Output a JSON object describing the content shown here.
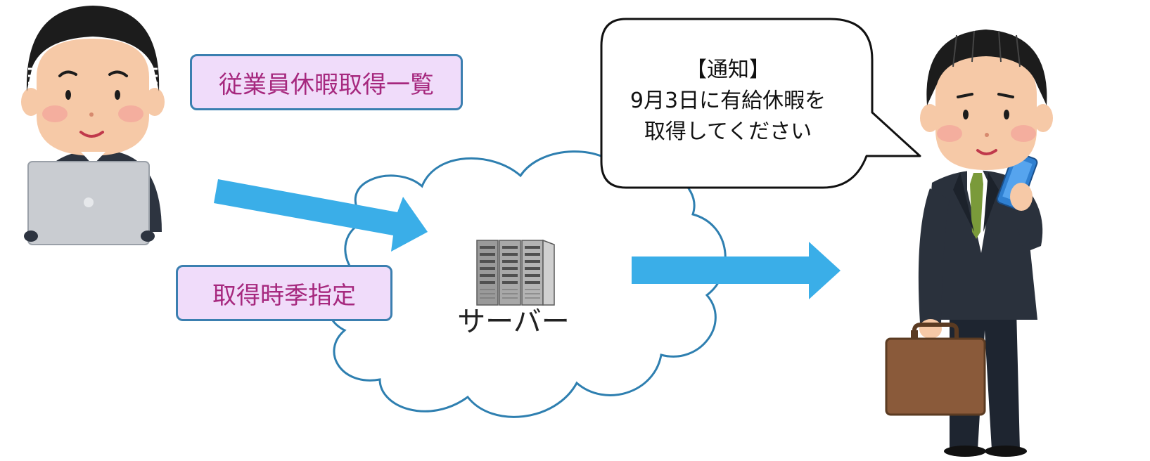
{
  "labels": {
    "employee_vacation_list": "従業員休暇取得一覧",
    "designate_timing": "取得時季指定",
    "server": "サーバー"
  },
  "notification": {
    "line1": "【通知】",
    "line2": "9月3日に有給休暇を",
    "line3": "取得してください"
  },
  "icons": {
    "manager": "manager-with-laptop-icon",
    "server": "server-rack-icon",
    "cloud": "cloud-icon",
    "employee": "employee-with-smartphone-icon",
    "arrow": "arrow-right-icon"
  },
  "colors": {
    "arrow": "#3aaee8",
    "cloud_stroke": "#2e7fb0",
    "label_fill": "#f0dcfa",
    "label_border": "#3b7fb0",
    "label_text": "#a6287e"
  }
}
